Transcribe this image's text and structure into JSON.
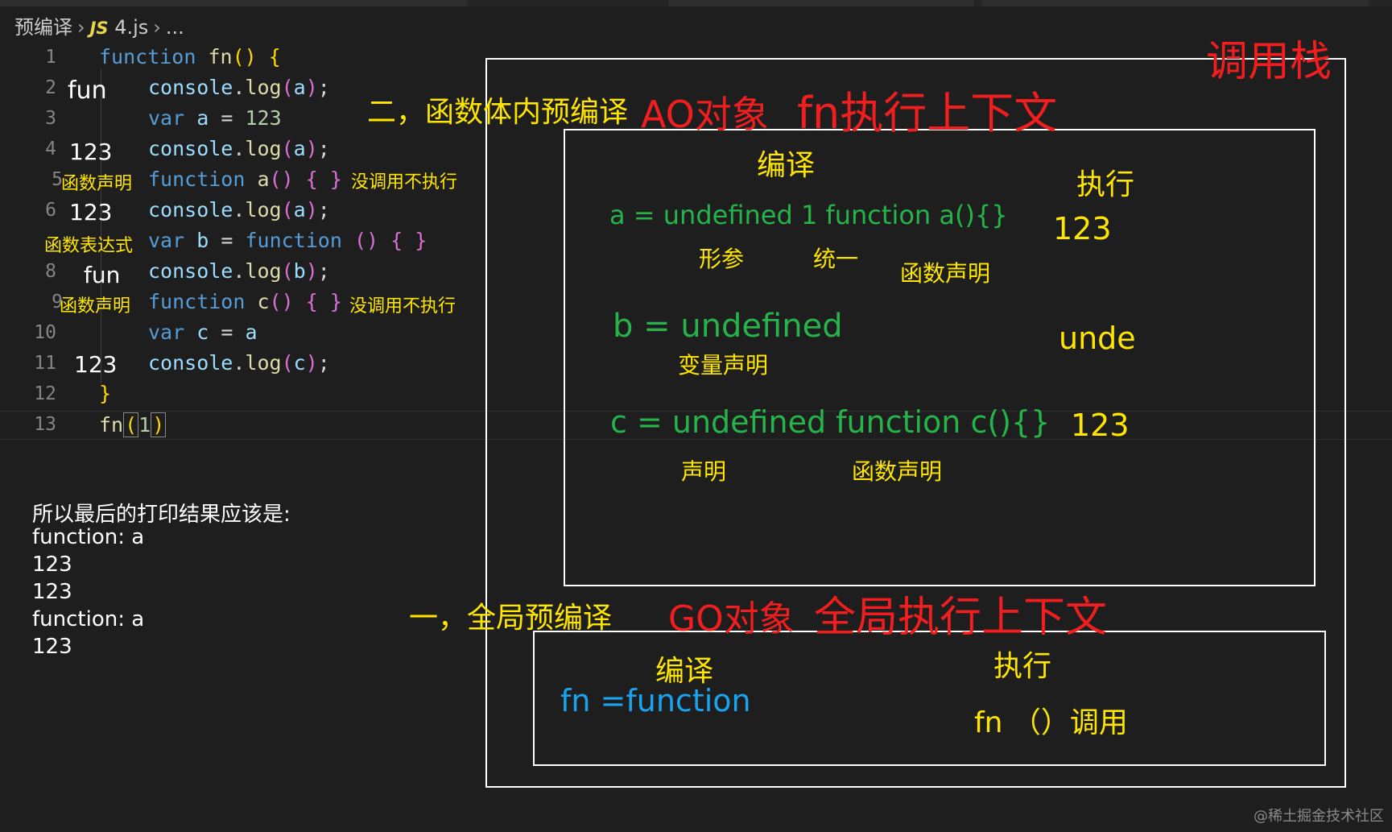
{
  "breadcrumb": {
    "folder": "预编译",
    "file_icon": "JS",
    "file": "4.js",
    "ellipsis": "..."
  },
  "code": {
    "line_numbers": [
      "1",
      "2",
      "3",
      "4",
      "5",
      "6",
      "8",
      "9",
      "10",
      "11",
      "12",
      "13"
    ],
    "line1": {
      "kw": "function",
      "name": "fn",
      "parens": "()",
      "brace": "{"
    },
    "line2": {
      "obj": "console",
      "dot": ".",
      "method": "log",
      "open": "(",
      "arg": "a",
      "close": ")",
      "semi": ";"
    },
    "line3": {
      "kw": "var",
      "ident": "a",
      "eq": "=",
      "num": "123"
    },
    "line4": {
      "obj": "console",
      "dot": ".",
      "method": "log",
      "open": "(",
      "arg": "a",
      "close": ")",
      "semi": ";"
    },
    "line5": {
      "kw": "function",
      "name": "a",
      "parens": "()",
      "open": "{",
      "close": "}"
    },
    "line6": {
      "obj": "console",
      "dot": ".",
      "method": "log",
      "open": "(",
      "arg": "a",
      "close": ")",
      "semi": ";"
    },
    "line7": {
      "kw": "var",
      "ident": "b",
      "eq": "=",
      "kw2": "function",
      "parens": "()",
      "open": "{",
      "close": "}"
    },
    "line8": {
      "obj": "console",
      "dot": ".",
      "method": "log",
      "open": "(",
      "arg": "b",
      "close": ")",
      "semi": ";"
    },
    "line9": {
      "kw": "function",
      "name": "c",
      "parens": "()",
      "open": "{",
      "close": "}"
    },
    "line10": {
      "kw": "var",
      "ident": "c",
      "eq": "=",
      "ident2": "a"
    },
    "line11": {
      "obj": "console",
      "dot": ".",
      "method": "log",
      "open": "(",
      "arg": "c",
      "close": ")",
      "semi": ";"
    },
    "line12": {
      "brace": "}"
    },
    "line13": {
      "name": "fn",
      "open": "(",
      "arg": "1",
      "close": ")"
    }
  },
  "inline_annotations": {
    "l2": "fun",
    "l4": "123",
    "l5_left": "函数声明",
    "l5_right": "没调用不执行",
    "l6": "123",
    "l7_left": "函数表达式",
    "l8": "fun",
    "l9_left": "函数声明",
    "l9_right": "没调用不执行",
    "l11": "123"
  },
  "results": {
    "title": "所以最后的打印结果应该是:",
    "lines": [
      "function:  a",
      "123",
      "123",
      "function: a",
      "123"
    ]
  },
  "diagram": {
    "call_stack": "调用栈",
    "ao_step": "二，函数体内预编译",
    "ao_obj": "AO对象",
    "ao_ctx": "fn执行上下文",
    "ao_compile": "编译",
    "ao_exec": "执行",
    "row_a": {
      "text": "a = undefined  1  function a(){}",
      "lbl1": "形参",
      "lbl2": "统一",
      "lbl3": "函数声明",
      "exec": "123"
    },
    "row_b": {
      "text": "b = undefined",
      "lbl1": "变量声明",
      "exec": "unde"
    },
    "row_c": {
      "text": "c = undefined  function c(){}",
      "lbl1": "声明",
      "lbl2": "函数声明",
      "exec": "123"
    },
    "go_step": "一，全局预编译",
    "go_obj": "GO对象",
    "go_ctx": "全局执行上下文",
    "go_compile": "编译",
    "go_exec": "执行",
    "go_fn": "fn =function",
    "go_call": "fn （）调用"
  },
  "watermark": "@稀土掘金技术社区"
}
